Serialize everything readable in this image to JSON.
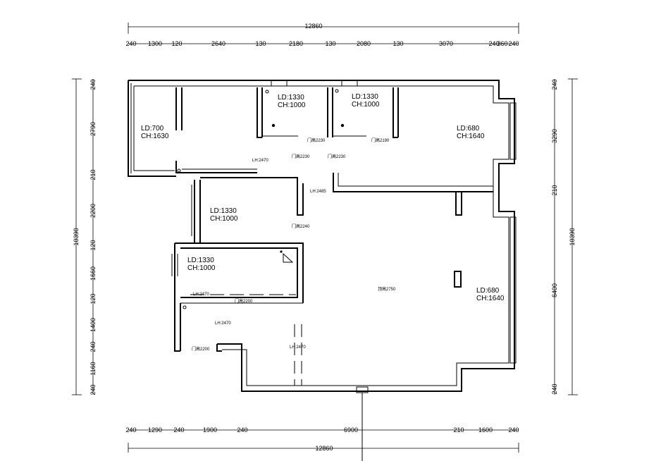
{
  "dimensions": {
    "top_total": "12860",
    "top_segments": [
      "240",
      "1300",
      "120",
      "2640",
      "130",
      "2180",
      "130",
      "2080",
      "130",
      "3070",
      "240",
      "360",
      "240"
    ],
    "bottom_total": "12860",
    "bottom_segments": [
      "240",
      "1290",
      "240",
      "1900",
      "240",
      "6900",
      "210",
      "1600",
      "240"
    ],
    "left_total": "10390",
    "left_segments": [
      "240",
      "2790",
      "210",
      "2200",
      "120",
      "1660",
      "120",
      "1400",
      "240",
      "1160",
      "240"
    ],
    "right_total": "10390",
    "right_segments": [
      "240",
      "3290",
      "210",
      "6400",
      "240"
    ]
  },
  "rooms": [
    {
      "ld": "LD:700",
      "ch": "CH:1630"
    },
    {
      "ld": "LD:1330",
      "ch": "CH:1000"
    },
    {
      "ld": "LD:1330",
      "ch": "CH:1000"
    },
    {
      "ld": "LD:680",
      "ch": "CH:1640"
    },
    {
      "ld": "LD:1330",
      "ch": "CH:1000"
    },
    {
      "ld": "LD:1330",
      "ch": "CH:1000"
    },
    {
      "ld": "LD:680",
      "ch": "CH:1640"
    }
  ],
  "annotations": {
    "door_2230_a": "门高2230",
    "door_2190": "门高2190",
    "lh_2470_a": "LH:2470",
    "door_2230_b": "门高2230",
    "door_2230_c": "门高2230",
    "lh_2485": "LH:2485",
    "door_2240": "门高2240",
    "lh_2470_b": "LH:2470",
    "door_2200": "门高2200",
    "lh_2470_c": "LH:2470",
    "lh_2470_d": "LH:2470",
    "door_2200_b": "门高2200",
    "ceiling_2750": "顶高2750"
  }
}
